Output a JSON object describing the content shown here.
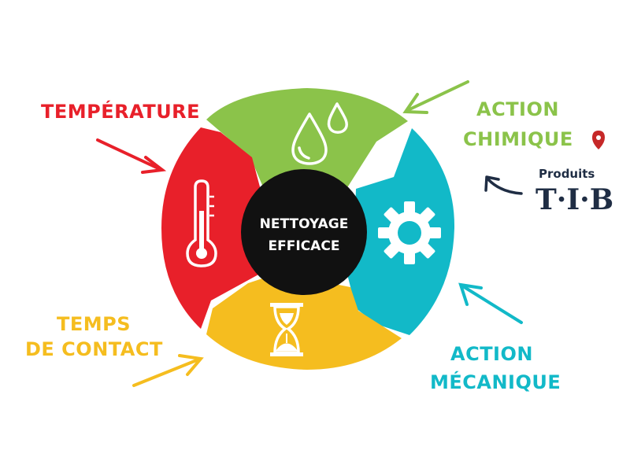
{
  "center": {
    "line1": "NETTOYAGE",
    "line2": "EFFICACE"
  },
  "factors": {
    "temperature": {
      "label": "TEMPÉRATURE",
      "color": "#e8202a",
      "icon": "thermometer-icon"
    },
    "chimique": {
      "line1": "ACTION",
      "line2": "CHIMIQUE",
      "color": "#8bc34a",
      "icon": "water-drops-icon"
    },
    "mecanique": {
      "line1": "ACTION",
      "line2": "MÉCANIQUE",
      "color": "#12b9c8",
      "icon": "gear-icon"
    },
    "temps": {
      "line1": "TEMPS",
      "line2": "DE CONTACT",
      "color": "#f5bd1f",
      "icon": "hourglass-icon"
    }
  },
  "center_color": "#111111",
  "brand": {
    "produits": "Produits",
    "name": "T·I·B",
    "color": "#1f2d44",
    "pin_color": "#c62828"
  }
}
